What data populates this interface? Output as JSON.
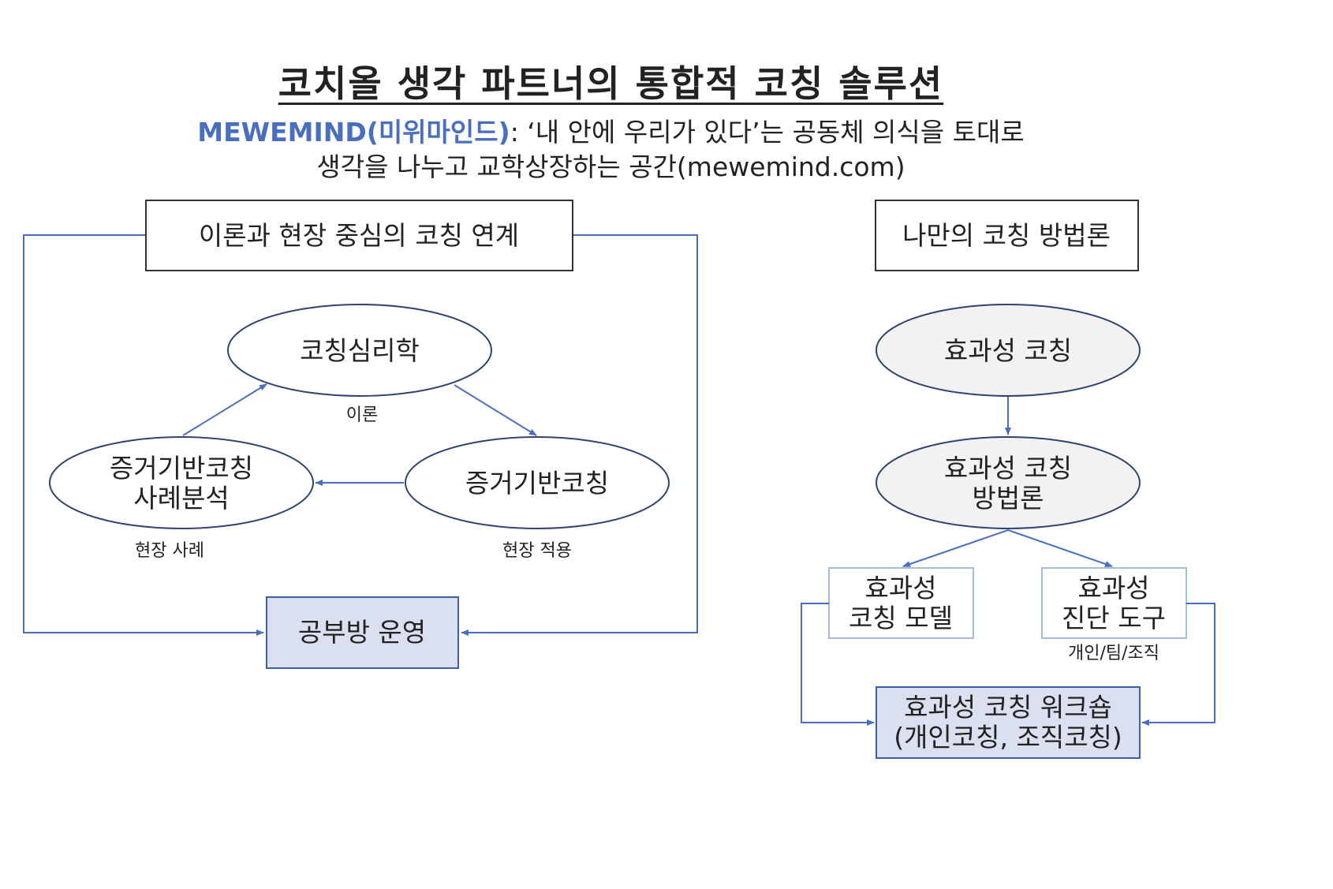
{
  "title": "코치올 생각 파트너의 통합적 코칭 솔루션",
  "subtitle": {
    "brand": "MEWEMIND(미위마인드)",
    "line1_rest": ": ‘내 안에 우리가 있다’는 공동체 의식을 토대로",
    "line2": "생각을 나누고 교학상장하는 공간(mewemind.com)"
  },
  "left": {
    "header": "이론과 현장 중심의 코칭 연계",
    "top_node": "코칭심리학",
    "top_label": "이론",
    "left_node": [
      "증거기반코칭",
      "사례분석"
    ],
    "left_label": "현장 사례",
    "right_node": "증거기반코칭",
    "right_label": "현장 적용",
    "bottom_box": "공부방 운영"
  },
  "right": {
    "header": "나만의 코칭 방법론",
    "node1": "효과성 코칭",
    "node2": [
      "효과성 코칭",
      "방법론"
    ],
    "box_left": [
      "효과성",
      "코칭 모델"
    ],
    "box_right": [
      "효과성",
      "진단 도구"
    ],
    "box_right_label": "개인/팀/조직",
    "bottom_box": [
      "효과성 코칭 워크숍",
      "(개인코칭, 조직코칭)"
    ]
  },
  "colors": {
    "brand": "#4a6fbe",
    "line": "#4a6fbe",
    "ellipse_stroke": "#2f4470",
    "ellipse_fill_right": "#f2f2f2",
    "box_fill": "#dae0f0",
    "box_stroke": "#3f5ea8",
    "light_box_stroke": "#a9badf"
  }
}
